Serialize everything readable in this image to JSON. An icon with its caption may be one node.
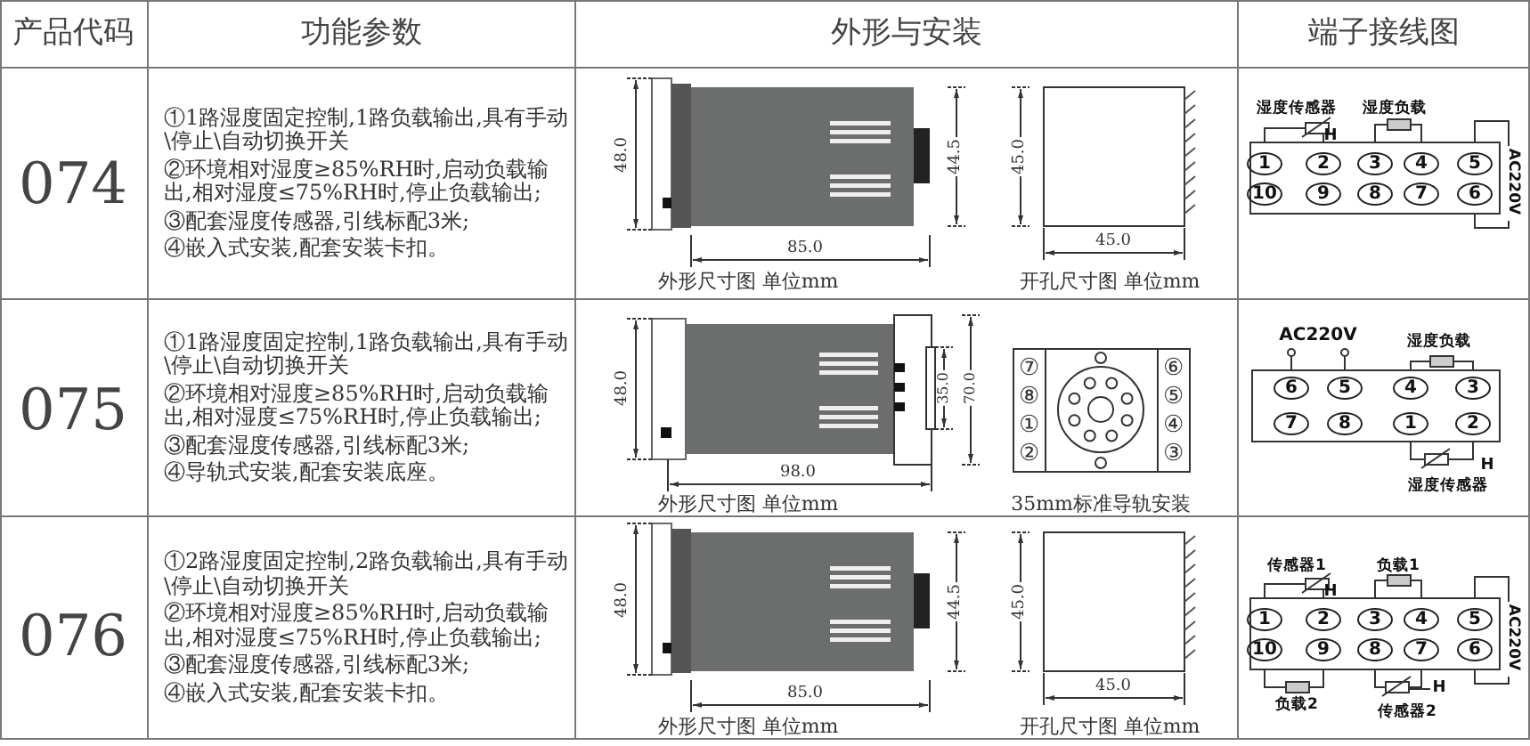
{
  "diagram": {
    "labels": [
      "产品代码",
      "功能参数",
      "外形与安装",
      "端子接线图",
      "074",
      "①1路湿度固定控制,1路负载输出,具有手动\\停止\\自动切换开关",
      "②环境相对湿度≥85%RH时,启动负载输出,相对湿度≤75%RH时,停止负载输出;",
      "③配套湿度传感器,引线标配3米;",
      "④嵌入式安装,配套安装卡扣。",
      "48.0",
      "44.5",
      "85.0",
      "外形尺寸图 单位mm",
      "45.0",
      "45.0",
      "开孔尺寸图 单位mm",
      "湿度传感器",
      "湿度负载",
      "H",
      "1",
      "2",
      "3",
      "4",
      "5",
      "10",
      "9",
      "8",
      "7",
      "6",
      "AC220V",
      "075",
      "①1路湿度固定控制,1路负载输出,具有手动\\停止\\自动切换开关",
      "②环境相对湿度≥85%RH时,启动负载输出,相对湿度≤75%RH时,停止负载输出;",
      "③配套湿度传感器,引线标配3米;",
      "④导轨式安装,配套安装底座。",
      "48.0",
      "35.0",
      "70.0",
      "98.0",
      "外形尺寸图 单位mm",
      "⑦",
      "⑧",
      "①",
      "②",
      "⑥",
      "⑤",
      "④",
      "③",
      "35mm标准导轨安装",
      "AC220V",
      "湿度负载",
      "6",
      "5",
      "4",
      "3",
      "7",
      "8",
      "1",
      "2",
      "H",
      "湿度传感器",
      "076",
      "①2路湿度固定控制,2路负载输出,具有手动\\停止\\自动切换开关",
      "②环境相对湿度≥85%RH时,启动负载输出,相对湿度≤75%RH时,停止负载输出;",
      "③配套湿度传感器,引线标配3米;",
      "④嵌入式安装,配套安装卡扣。",
      "48.0",
      "44.5",
      "85.0",
      "外形尺寸图 单位mm",
      "45.0",
      "45.0",
      "开孔尺寸图 单位mm",
      "传感器1",
      "H",
      "负载1",
      "1",
      "2",
      "3",
      "4",
      "5",
      "10",
      "9",
      "8",
      "7",
      "6",
      "AC220V",
      "负载2",
      "H",
      "传感器2"
    ]
  }
}
